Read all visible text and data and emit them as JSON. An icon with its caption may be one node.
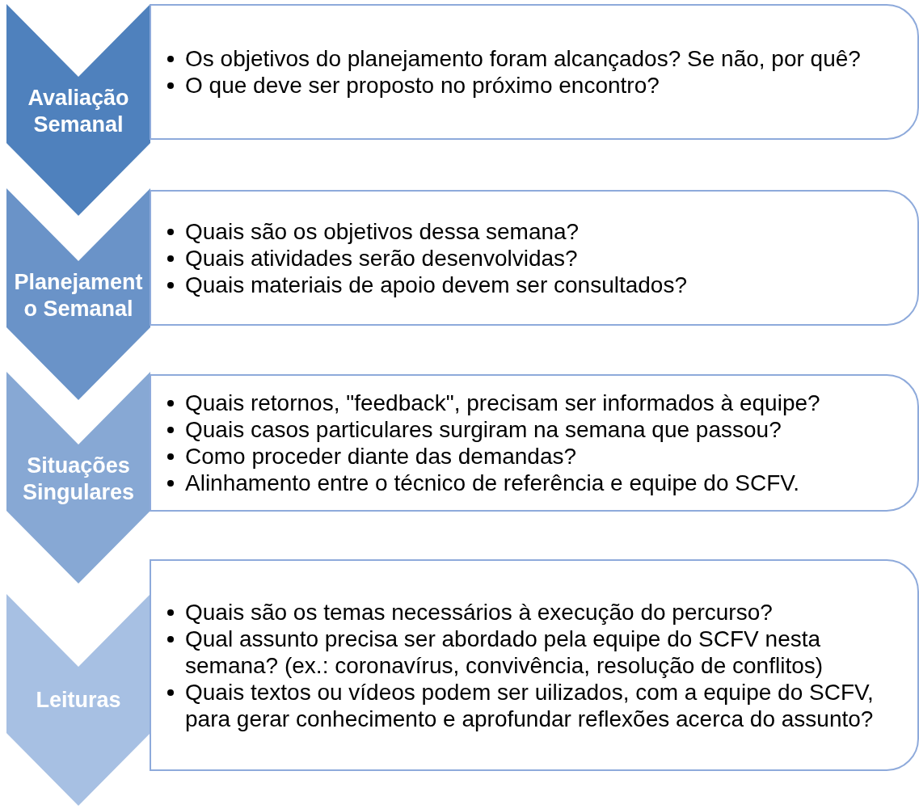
{
  "diagram": {
    "nodes": [
      {
        "text": [
          "Avaliação Semanal"
        ]
      },
      {
        "text": [
          "Os objetivos do planejamento foram alcançados? Se não, por quê?",
          "O que deve ser proposto no próximo encontro?"
        ]
      },
      {
        "text": [
          "Planejamento Semanal"
        ]
      },
      {
        "text": [
          "Quais são os objetivos dessa semana?",
          "Quais atividades serão desenvolvidas?",
          "Quais materiais de apoio devem ser consultados?"
        ]
      },
      {
        "text": [
          "Situações Singulares"
        ]
      },
      {
        "text": [
          "Quais retornos, \"feedback\", precisam ser informados à equipe?",
          "Quais casos particulares surgiram na semana que passou?",
          "Como proceder diante das demandas?",
          "Alinhamento entre o técnico de referência e equipe do SCFV."
        ]
      },
      {
        "text": [
          "Leituras"
        ]
      },
      {
        "text": [
          "Quais são os temas necessários à execução do percurso?",
          "Qual assunto precisa ser abordado pela equipe do SCFV nesta semana? (ex.: coronavírus, convivência, resolução de conflitos)",
          "Quais textos ou vídeos podem ser uilizados, com a equipe do SCFV, para gerar conhecimento e aprofundar reflexões acerca do assunto?"
        ]
      }
    ]
  }
}
